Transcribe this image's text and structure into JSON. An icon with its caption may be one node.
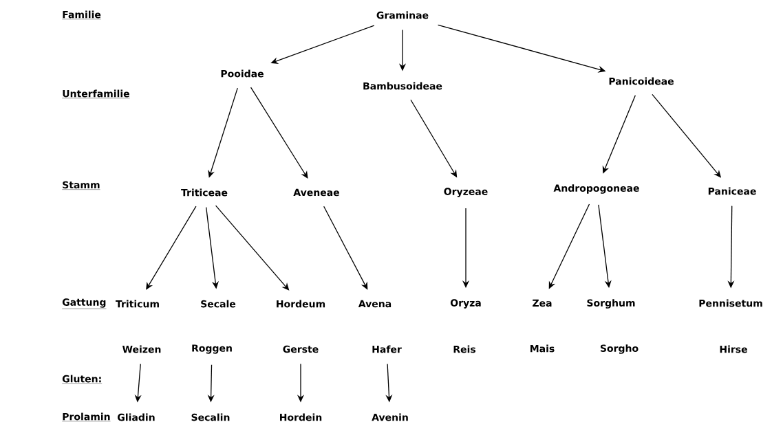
{
  "diagram": {
    "nodes": [
      {
        "text": [
          "Graminae"
        ]
      },
      {
        "text": [
          "Pooidae"
        ]
      },
      {
        "text": [
          "Bambusoideae"
        ]
      },
      {
        "text": [
          "Panicoideae"
        ]
      },
      {
        "text": [
          "Triticeae"
        ]
      },
      {
        "text": [
          "Aveneae"
        ]
      },
      {
        "text": [
          "Oryzeae"
        ]
      },
      {
        "text": [
          "Andropogoneae"
        ]
      },
      {
        "text": [
          "Paniceae"
        ]
      },
      {
        "text": [
          "Triticum"
        ]
      },
      {
        "text": [
          "Secale"
        ]
      },
      {
        "text": [
          "Hordeum"
        ]
      },
      {
        "text": [
          "Avena"
        ]
      },
      {
        "text": [
          "Oryza"
        ]
      },
      {
        "text": [
          "Zea"
        ]
      },
      {
        "text": [
          "Sorghum"
        ]
      },
      {
        "text": [
          "Pennisetum"
        ]
      },
      {
        "text": [
          "Weizen"
        ]
      },
      {
        "text": [
          "Roggen"
        ]
      },
      {
        "text": [
          "Gerste"
        ]
      },
      {
        "text": [
          "Hafer"
        ]
      },
      {
        "text": [
          "Reis"
        ]
      },
      {
        "text": [
          "Mais"
        ]
      },
      {
        "text": [
          "Sorgho"
        ]
      },
      {
        "text": [
          "Hirse"
        ]
      },
      {
        "text": [
          "Gliadin"
        ]
      },
      {
        "text": [
          "Secalin"
        ]
      },
      {
        "text": [
          "Hordein"
        ]
      },
      {
        "text": [
          "Avenin"
        ]
      }
    ],
    "edges": [
      {
        "from": 0,
        "to": 1,
        "arrow": "to"
      },
      {
        "from": 0,
        "to": 2,
        "arrow": "to"
      },
      {
        "from": 0,
        "to": 3,
        "arrow": "to"
      },
      {
        "from": 1,
        "to": 4,
        "arrow": "to"
      },
      {
        "from": 1,
        "to": 5,
        "arrow": "to"
      },
      {
        "from": 2,
        "to": 6,
        "arrow": "to"
      },
      {
        "from": 3,
        "to": 7,
        "arrow": "to"
      },
      {
        "from": 3,
        "to": 8,
        "arrow": "to"
      },
      {
        "from": 4,
        "to": 9,
        "arrow": "to"
      },
      {
        "from": 4,
        "to": 10,
        "arrow": "to"
      },
      {
        "from": 4,
        "to": 11,
        "arrow": "to"
      },
      {
        "from": 5,
        "to": 12,
        "arrow": "to"
      },
      {
        "from": 6,
        "to": 13,
        "arrow": "to"
      },
      {
        "from": 7,
        "to": 14,
        "arrow": "to"
      },
      {
        "from": 7,
        "to": 15,
        "arrow": "to"
      },
      {
        "from": 8,
        "to": 16,
        "arrow": "to"
      },
      {
        "from": 17,
        "to": 25,
        "arrow": "to"
      },
      {
        "from": 18,
        "to": 26,
        "arrow": "to"
      },
      {
        "from": 19,
        "to": 27,
        "arrow": "to"
      },
      {
        "from": 20,
        "to": 28,
        "arrow": "to"
      }
    ],
    "labels": [
      "Familie",
      "Unterfamilie",
      "Stamm",
      "Gattung",
      "Gluten:",
      "Prolamin"
    ]
  }
}
